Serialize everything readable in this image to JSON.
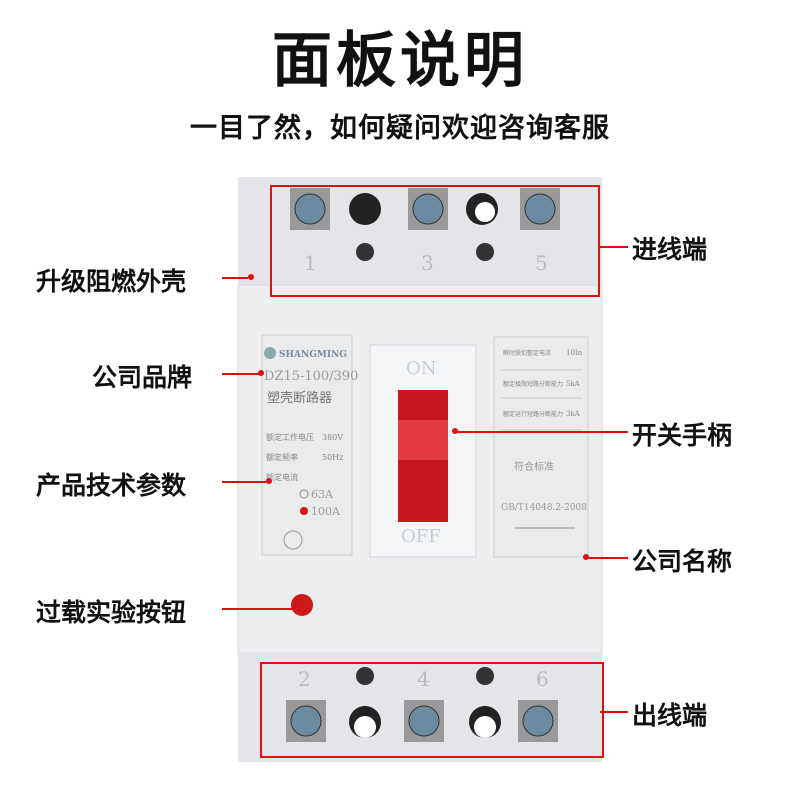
{
  "title": "面板说明",
  "subtitle": "一目了然，如何疑问欢迎咨询客服",
  "labels": {
    "incoming_terminal": "进线端",
    "flame_retardant_shell": "升级阻燃外壳",
    "company_brand": "公司品牌",
    "switch_handle": "开关手柄",
    "product_params": "产品技术参数",
    "company_name": "公司名称",
    "overload_test_button": "过载实验按钮",
    "outgoing_terminal": "出线端"
  },
  "device": {
    "brand": "SHANGMING",
    "model": "DZ15-100/390",
    "type_name": "塑壳断路器",
    "spec_lines": [
      "额定工作电压",
      "额定频率",
      "额定电流"
    ],
    "spec_values": [
      "380V",
      "50Hz"
    ],
    "current_options": [
      "63A",
      "100A"
    ],
    "on_label": "ON",
    "off_label": "OFF",
    "right_specs": [
      "瞬时脱扣整定电流",
      "额定极限短路分断能力",
      "额定运行短路分断能力"
    ],
    "right_values": [
      "10In",
      "5kA",
      "3kA"
    ],
    "standard_title": "符合标准",
    "standard": "GB/T14048.2-2008",
    "top_terminals": [
      "1",
      "3",
      "5"
    ],
    "bottom_terminals": [
      "2",
      "4",
      "6"
    ]
  },
  "colors": {
    "accent": "#e01010",
    "handle": "#d8222a",
    "body": "#eceef0"
  }
}
